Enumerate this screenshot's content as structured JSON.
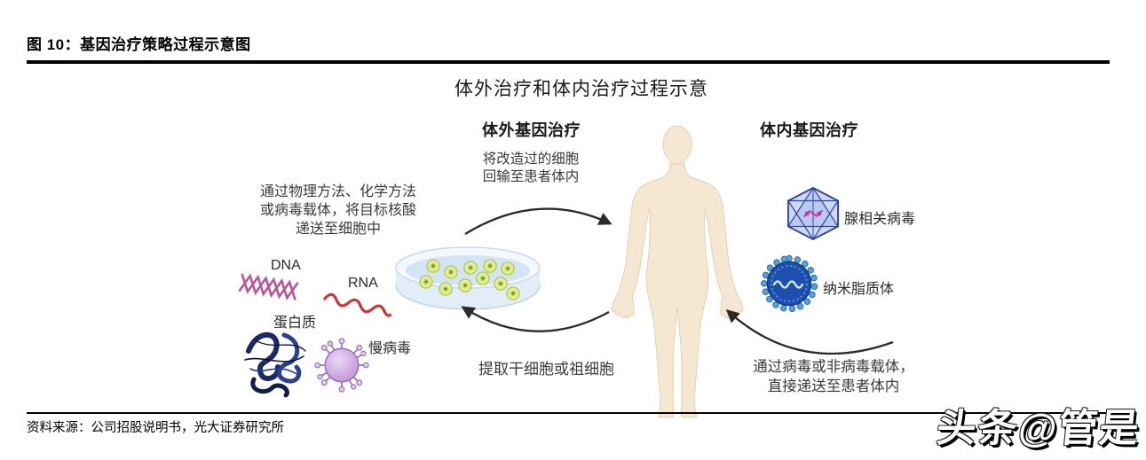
{
  "page": {
    "figure_label": "图 10：基因治疗策略过程示意图",
    "source": "资料来源：公司招股说明书，光大证券研究所",
    "watermark": "头条@管是"
  },
  "diagram": {
    "title": "体外治疗和体内治疗过程示意",
    "ex_vivo": {
      "header": "体外基因治疗",
      "reinfuse_note": "将改造过的细胞\n回输至患者体内",
      "delivery_note": "通过物理方法、化学方法\n或病毒载体，将目标核酸\n递送至细胞中",
      "extract_note": "提取干细胞或祖细胞",
      "payloads": {
        "dna": "DNA",
        "rna": "RNA",
        "protein": "蛋白质",
        "lentivirus": "慢病毒"
      }
    },
    "in_vivo": {
      "header": "体内基因治疗",
      "delivery_note": "通过病毒或非病毒载体，\n直接递送至患者体内",
      "vectors": {
        "aav": "腺相关病毒",
        "liposome": "纳米脂质体"
      }
    },
    "colors": {
      "skin": "#f6e7d2",
      "petri_dish": "#d9e8f6",
      "cell": "#dcea83",
      "dna": "#b8559b",
      "rna": "#c63a3a",
      "protein": "#1b2a66",
      "lentivirus": "#cba3dd",
      "aav": "#31479e",
      "liposome": "#1d4fae",
      "arrow": "#2b2b2b"
    }
  }
}
